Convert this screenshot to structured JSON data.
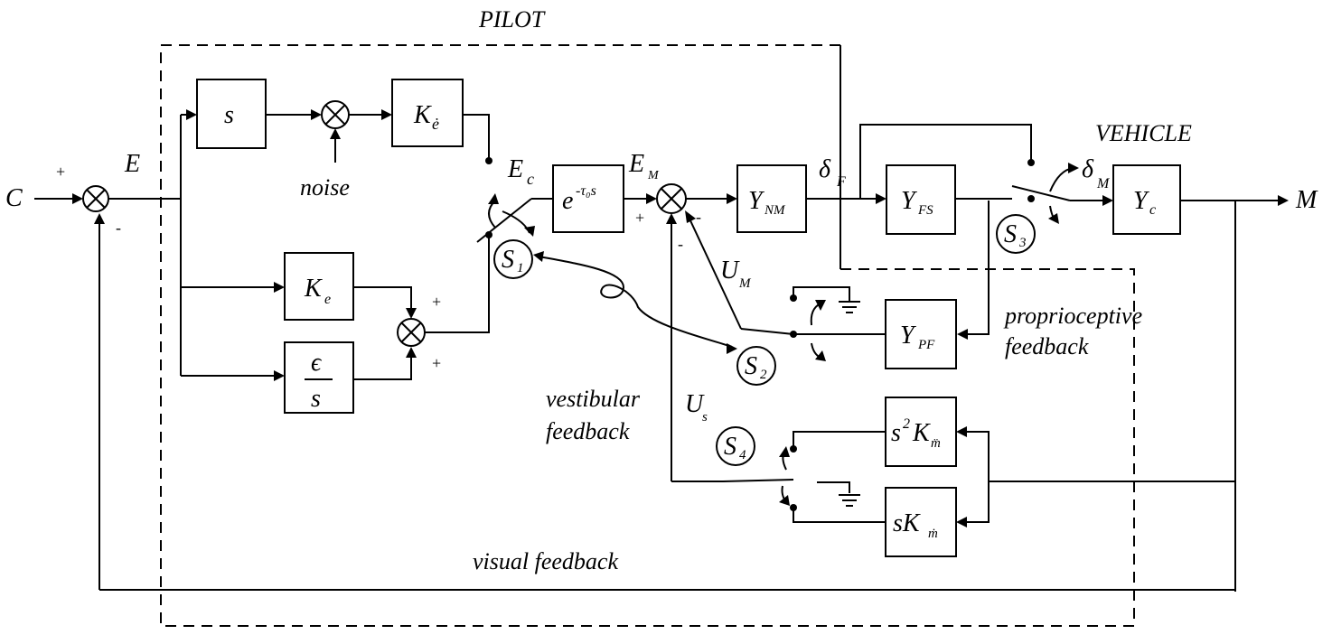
{
  "labels": {
    "pilot": "PILOT",
    "vehicle": "VEHICLE",
    "input": "C",
    "output": "M",
    "error": "E",
    "noise": "noise",
    "ec": "E",
    "ec_sub": "c",
    "em": "E",
    "em_sub": "M",
    "deltaF": "δ",
    "deltaF_sub": "F",
    "deltaM": "δ",
    "deltaM_sub": "M",
    "um": "U",
    "um_sub": "M",
    "us": "U",
    "us_sub": "s",
    "vestibular": [
      "vestibular",
      "feedback"
    ],
    "proprioceptive": [
      "proprioceptive",
      "feedback"
    ],
    "visual": "visual feedback",
    "plus": "+",
    "minus": "-"
  },
  "blocks": {
    "s": "s",
    "kedot": "K",
    "kedot_sub": "ė",
    "ke": "K",
    "ke_sub": "e",
    "eps_num": "ϵ",
    "eps_den": "s",
    "delay": "e",
    "delay_exp": "-τ₀s",
    "ynm": "Y",
    "ynm_sub": "NM",
    "yfs": "Y",
    "yfs_sub": "FS",
    "ypf": "Y",
    "ypf_sub": "PF",
    "yc": "Y",
    "yc_sub": "c",
    "s2km": "s",
    "s2km_sup": "2",
    "s2km_k": "K",
    "s2km_sub": "m̈",
    "skm": "sK",
    "skm_sub": "ṁ"
  },
  "switches": {
    "s1": "S",
    "s1_sub": "1",
    "s2": "S",
    "s2_sub": "2",
    "s3": "S",
    "s3_sub": "3",
    "s4": "S",
    "s4_sub": "4"
  }
}
